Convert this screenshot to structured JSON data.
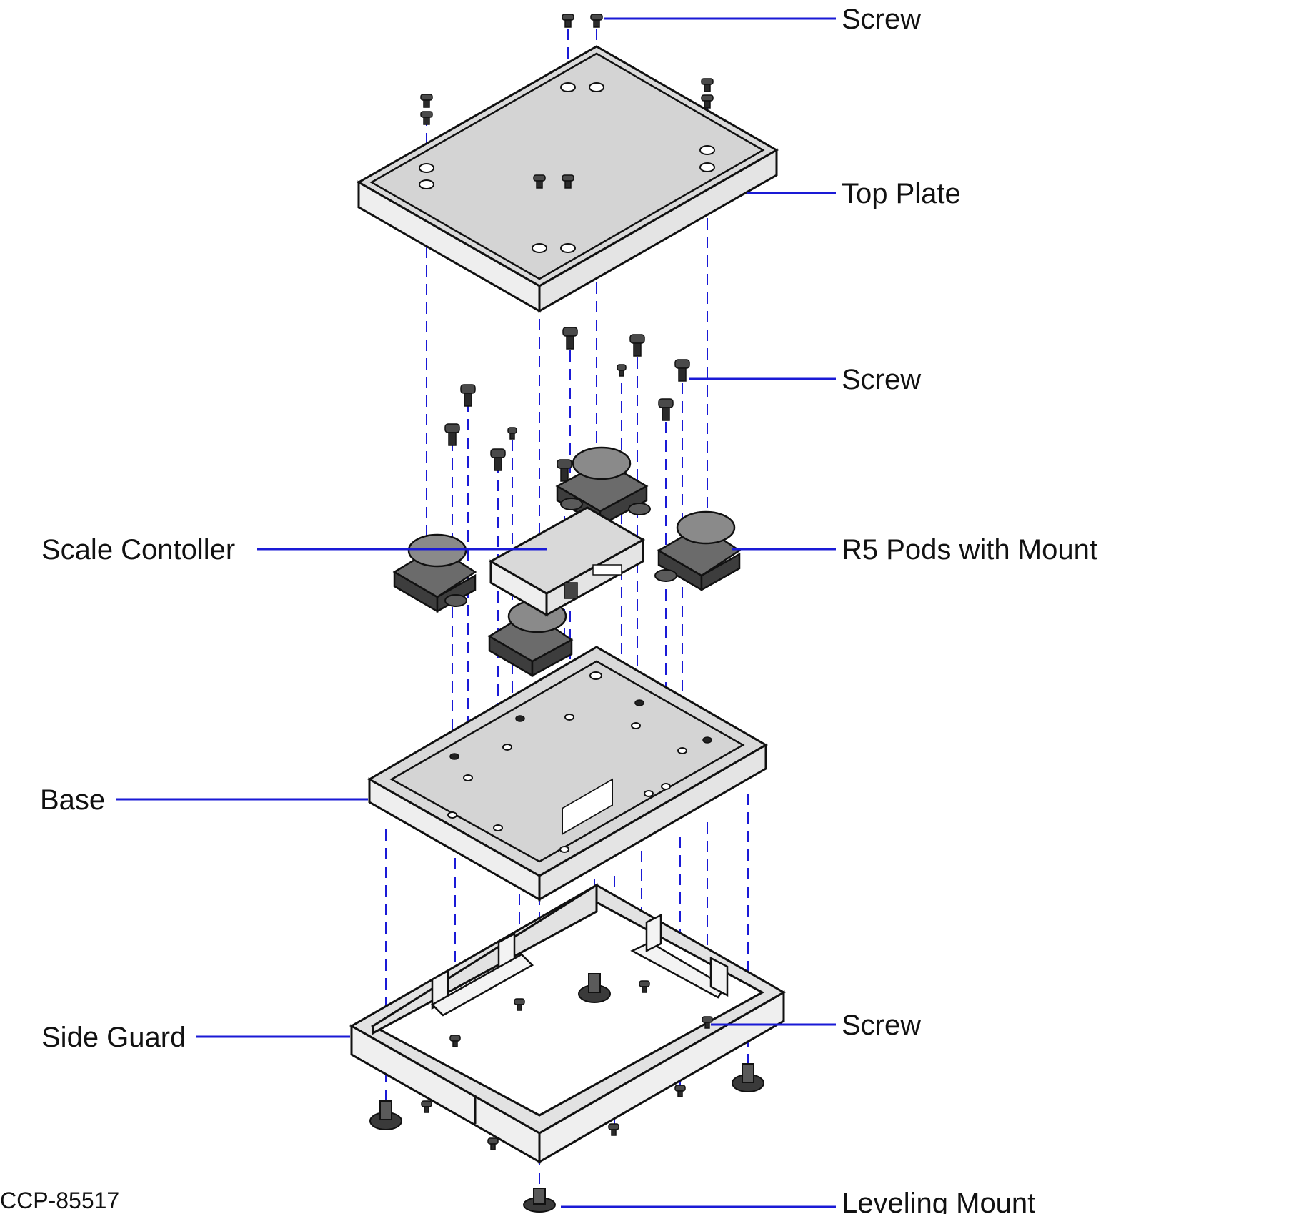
{
  "labels": {
    "screw_top": "Screw",
    "top_plate": "Top Plate",
    "screw_mid": "Screw",
    "scale_controller": "Scale Contoller",
    "r5_pods": "R5 Pods with Mount",
    "base": "Base",
    "side_guard": "Side Guard",
    "screw_bottom": "Screw",
    "leveling_mount": "Leveling Mount"
  },
  "figure_code": "CCP-85517",
  "colors": {
    "leader": "#1a1ad6",
    "plate": "#d9d9d9",
    "pod": "#3d3d3d"
  }
}
